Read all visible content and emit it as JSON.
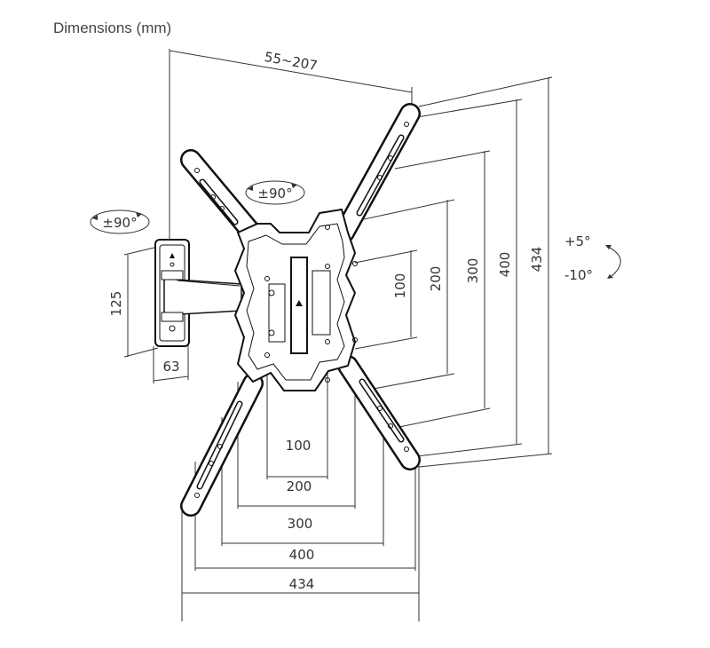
{
  "title": "Dimensions (mm)",
  "labels": {
    "depth": "55~207",
    "wall_rotate": "±90°",
    "plate_rotate": "±90°",
    "wall_height": "125",
    "wall_width": "63",
    "tilt_up": "+5°",
    "tilt_down": "-10°",
    "v100": "100",
    "v200": "200",
    "v300": "300",
    "v400": "400",
    "v434": "434",
    "h100": "100",
    "h200": "200",
    "h300": "300",
    "h400": "400",
    "h434": "434"
  }
}
